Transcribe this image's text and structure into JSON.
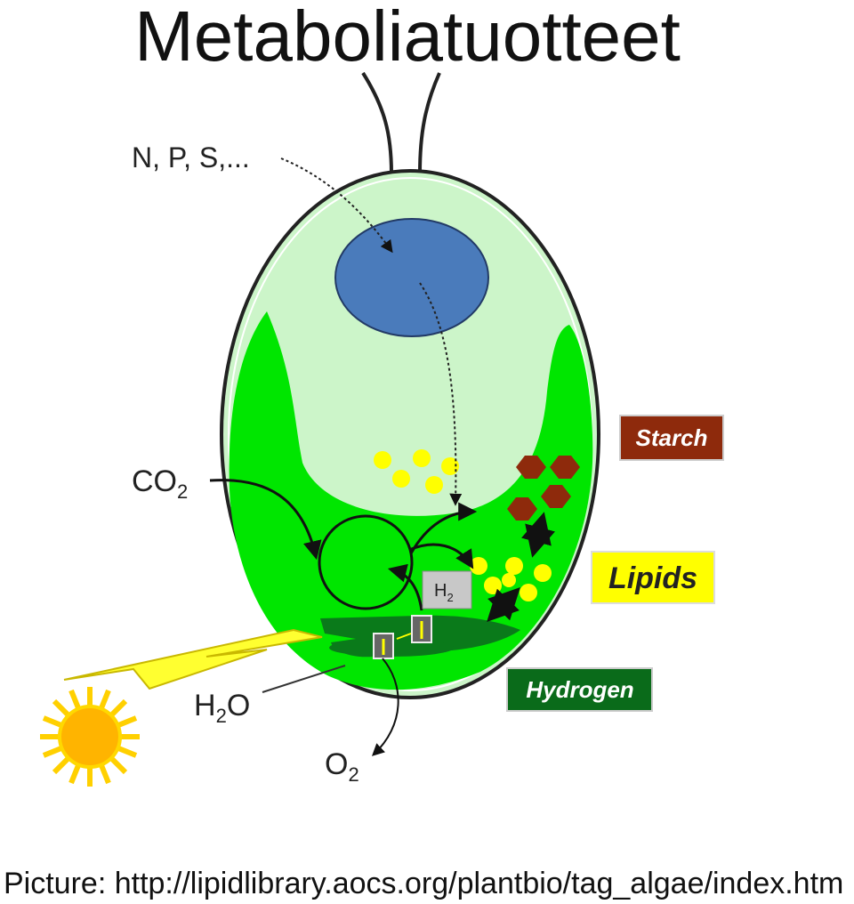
{
  "title": "Metaboliatuotteet",
  "caption": "Picture: http://lipidlibrary.aocs.org/plantbio/tag_algae/index.htm",
  "labels": {
    "nutrients": "N, P, S,...",
    "co2": "CO",
    "co2_sub": "2",
    "h2o_pre": "H",
    "h2o_sub": "2",
    "h2o_post": "O",
    "o2": "O",
    "o2_sub": "2",
    "h2": "H",
    "h2_sub": "2"
  },
  "legend": {
    "starch": "Starch",
    "lipids": "Lipids",
    "hydrogen": "Hydrogen"
  },
  "colors": {
    "cell_outer": "#ccf5c9",
    "chloroplast": "#00e600",
    "nucleus": "#4a7bbb",
    "thylakoid": "#0a7a1a",
    "starch": "#8e2a0c",
    "lipid": "#ffff00",
    "hydrogen_box": "#0a6b1a",
    "sun": "#ffd000"
  }
}
